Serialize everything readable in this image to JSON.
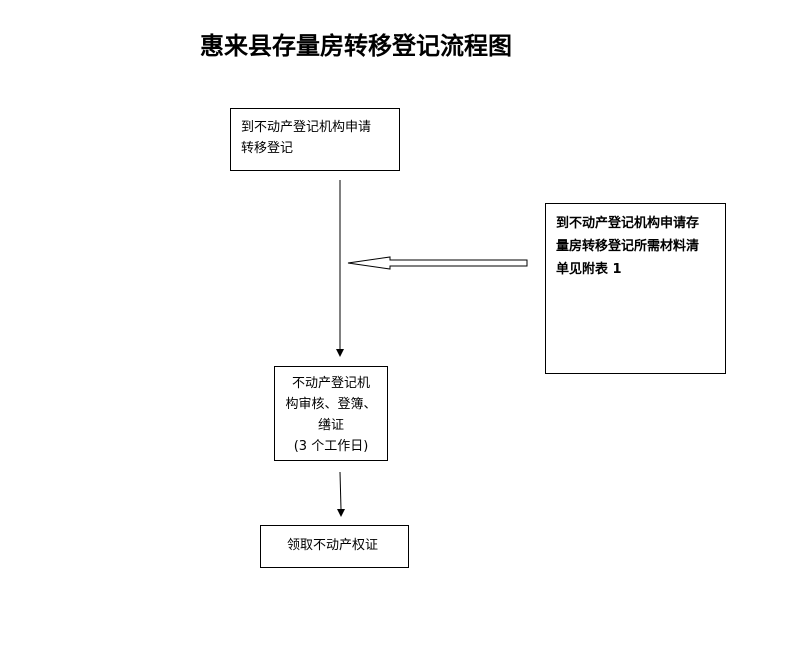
{
  "title": "惠来县存量房转移登记流程图",
  "boxes": {
    "apply": {
      "lines": [
        "到不动产登记机构申请",
        "转移登记"
      ]
    },
    "materials": {
      "lines": [
        "到不动产登记机构申请存",
        "量房转移登记所需材料清",
        "单见附表 1"
      ]
    },
    "review": {
      "lines": [
        "不动产登记机",
        "构审核、登簿、",
        "缮证",
        "(3 个工作日)"
      ]
    },
    "collect": {
      "lines": [
        "领取不动产权证"
      ]
    }
  },
  "colors": {
    "line": "#000000",
    "background": "#ffffff"
  },
  "icons": {
    "down_arrow": "arrow-down-icon",
    "left_arrow": "block-arrow-left-icon"
  }
}
